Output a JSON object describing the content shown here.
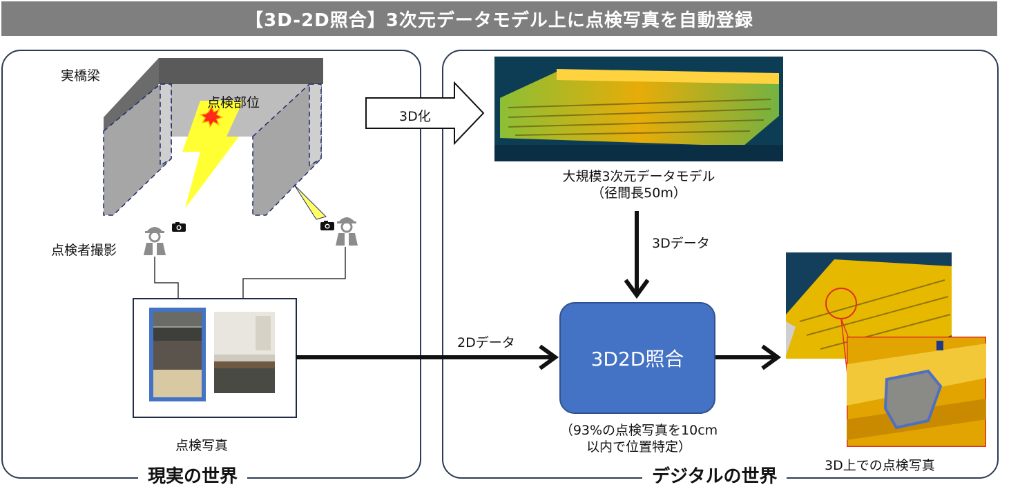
{
  "title": "【3D-2D照合】3次元データモデル上に点検写真を自動登録",
  "real_world": {
    "panel_label": "現実の世界",
    "bridge_label": "実橋梁",
    "inspection_part_label": "点検部位",
    "inspector_label": "点検者撮影",
    "photos_label": "点検写真",
    "to_3d_label": "3D化",
    "to_2d_label": "2Dデータ"
  },
  "digital_world": {
    "panel_label": "デジタルの世界",
    "model_caption_line1": "大規模3次元データモデル",
    "model_caption_line2": "（径間長50m）",
    "data_3d_label": "3Dデータ",
    "match_box_label": "3D2D照合",
    "match_note_line1": "（93%の点検写真を10cm",
    "match_note_line2": "以内で位置特定）",
    "result_caption": "3D上での点検写真"
  },
  "colors": {
    "panel_border": "#2b3a55",
    "match_box": "#4472c4",
    "title_bar": "#7f7f7f",
    "lightning": "#ffff33",
    "highlight_red": "#e03020"
  },
  "icons": [
    "camera-icon",
    "inspector-icon",
    "lightning-icon",
    "damage-burst-icon"
  ]
}
